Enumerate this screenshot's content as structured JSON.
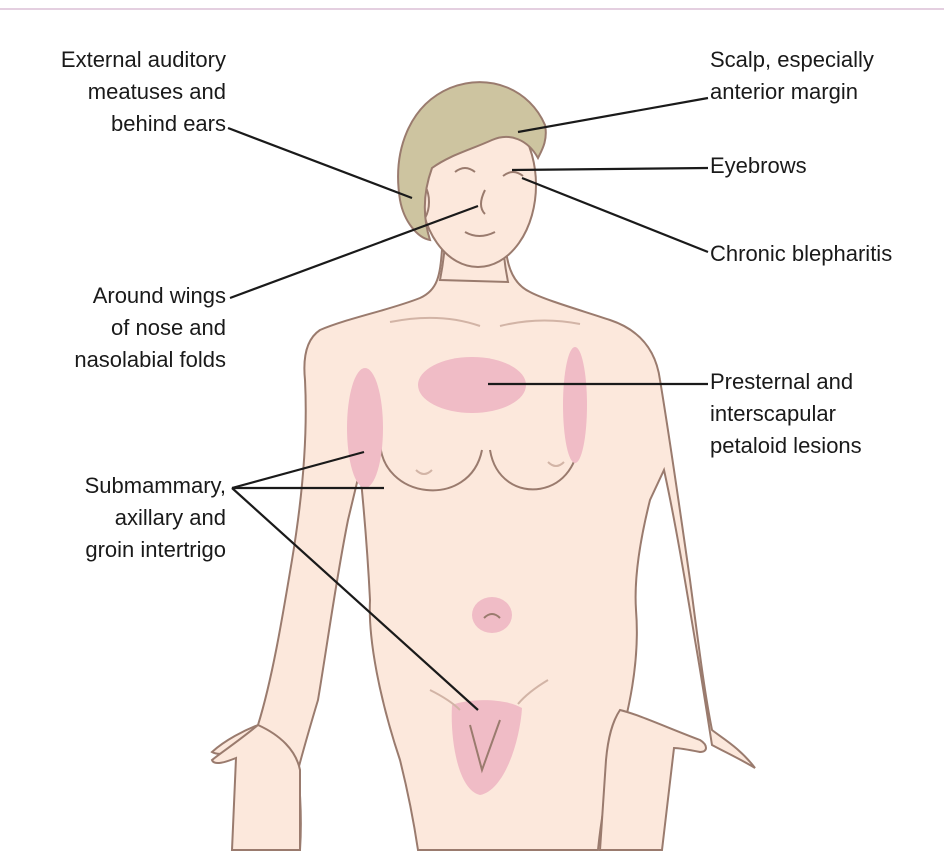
{
  "labels": {
    "ear": [
      "External auditory",
      "meatuses and",
      "behind ears"
    ],
    "scalp": [
      "Scalp, especially",
      "anterior margin"
    ],
    "eyebrows": [
      "Eyebrows"
    ],
    "blepharitis": [
      "Chronic blepharitis"
    ],
    "nose": [
      "Around wings",
      "of nose and",
      "nasolabial folds"
    ],
    "presternal": [
      "Presternal and",
      "interscapular",
      "petaloid lesions"
    ],
    "intertrigo": [
      "Submammary,",
      "axillary and",
      "groin intertrigo"
    ]
  },
  "colors": {
    "skin": "#fce8dc",
    "outline": "#9a7b6e",
    "hair": "#cdc4a0",
    "lesion": "#f0bcc6",
    "leader": "#1a1a1a",
    "rule": "#e4cfe0"
  }
}
